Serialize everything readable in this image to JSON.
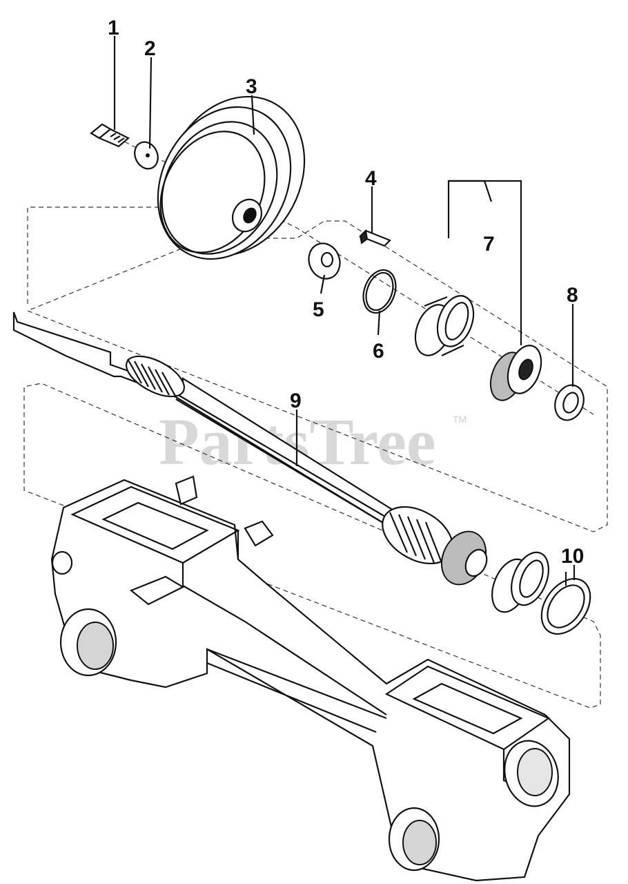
{
  "diagram": {
    "watermark": "PartsTree",
    "watermark_mark": "TM",
    "callouts": [
      "1",
      "2",
      "3",
      "4",
      "5",
      "6",
      "7",
      "8",
      "9",
      "10"
    ]
  },
  "parts": [
    {
      "callout": "1",
      "icon": "bolt-icon"
    },
    {
      "callout": "2",
      "icon": "washer-icon"
    },
    {
      "callout": "3",
      "icon": "pulley-icon"
    },
    {
      "callout": "4",
      "icon": "key-icon"
    },
    {
      "callout": "5",
      "icon": "washer-icon"
    },
    {
      "callout": "6",
      "icon": "retaining-ring-icon"
    },
    {
      "callout": "7",
      "icon": "bearing-assembly-icon"
    },
    {
      "callout": "8",
      "icon": "washer-icon"
    },
    {
      "callout": "9",
      "icon": "worm-shaft-icon"
    },
    {
      "callout": "10",
      "icon": "bearing-cup-washer-icon"
    }
  ],
  "housing": {
    "icon": "axle-housing-icon"
  }
}
